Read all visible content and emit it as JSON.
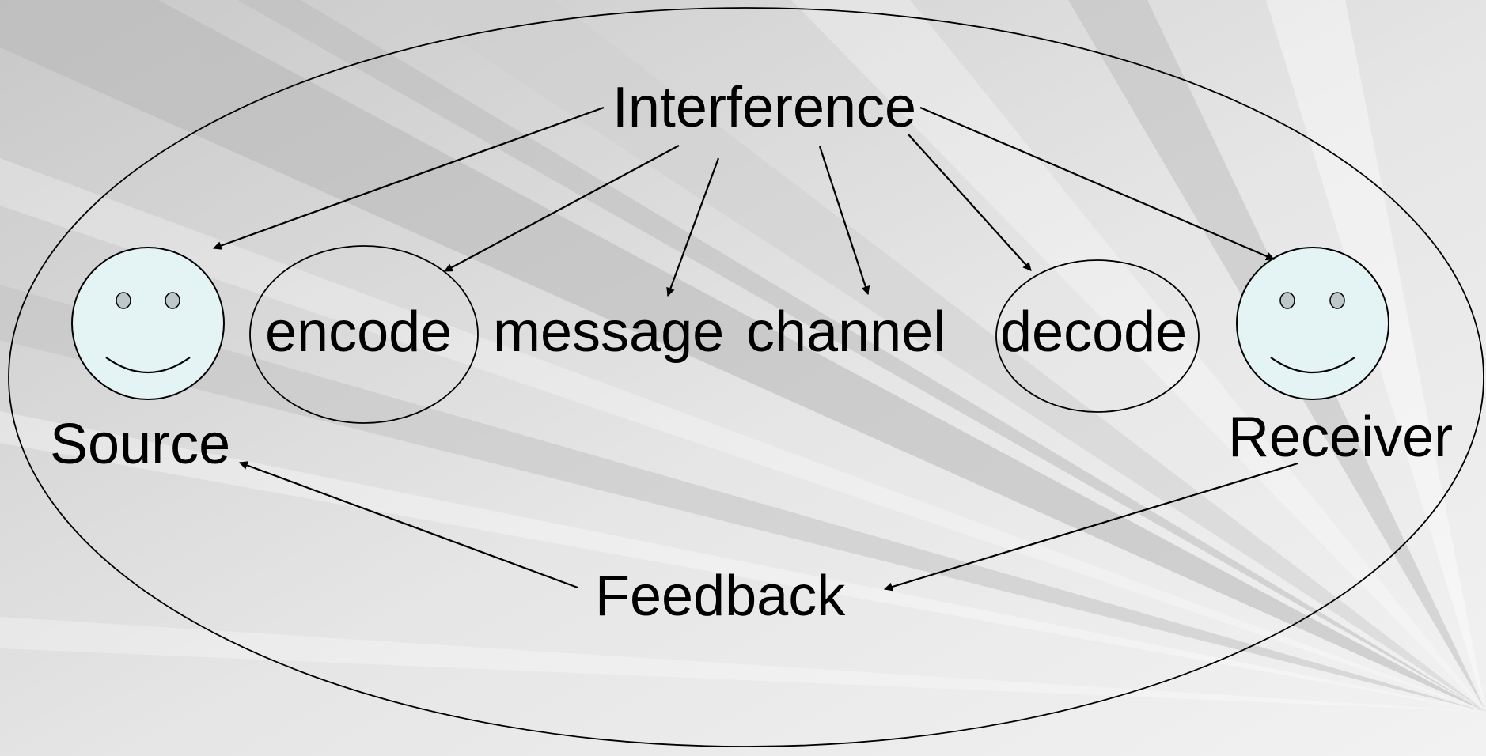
{
  "diagram": {
    "nodes": {
      "interference": "Interference",
      "source": "Source",
      "encode": "encode",
      "message": "message",
      "channel": "channel",
      "decode": "decode",
      "receiver": "Receiver",
      "feedback": "Feedback"
    },
    "icons": {
      "source": "smiley-face-icon",
      "receiver": "smiley-face-icon"
    },
    "edges": [
      {
        "from": "interference",
        "to": "source"
      },
      {
        "from": "interference",
        "to": "encode"
      },
      {
        "from": "interference",
        "to": "message"
      },
      {
        "from": "interference",
        "to": "channel"
      },
      {
        "from": "interference",
        "to": "decode"
      },
      {
        "from": "interference",
        "to": "receiver"
      },
      {
        "from": "receiver",
        "to": "feedback"
      },
      {
        "from": "feedback",
        "to": "source"
      }
    ],
    "colors": {
      "face_fill": "#e4f3f3",
      "background": "#d9d9d9",
      "ink": "#000000"
    }
  }
}
